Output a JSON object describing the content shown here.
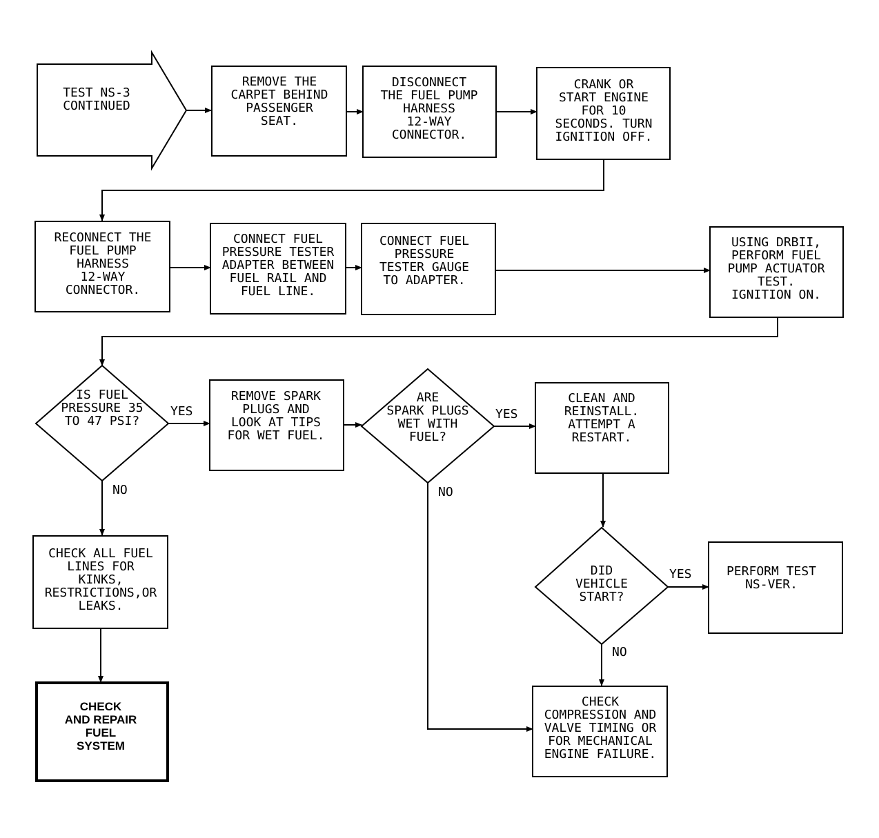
{
  "nodes": {
    "start": {
      "lines": [
        "TEST NS-3",
        "CONTINUED"
      ]
    },
    "n1": {
      "lines": [
        "REMOVE THE",
        "CARPET BEHIND",
        "PASSENGER",
        "SEAT."
      ]
    },
    "n2": {
      "lines": [
        "DISCONNECT",
        "THE FUEL PUMP",
        "HARNESS",
        "12-WAY",
        "CONNECTOR."
      ]
    },
    "n3": {
      "lines": [
        "CRANK OR",
        "START ENGINE",
        "FOR 10",
        "SECONDS. TURN",
        "IGNITION OFF."
      ]
    },
    "n4": {
      "lines": [
        "RECONNECT THE",
        "FUEL PUMP",
        "HARNESS",
        "12-WAY",
        "CONNECTOR."
      ]
    },
    "n5": {
      "lines": [
        "CONNECT FUEL",
        "PRESSURE TESTER",
        "ADAPTER BETWEEN",
        "FUEL RAIL AND",
        "FUEL LINE."
      ]
    },
    "n6": {
      "lines": [
        "CONNECT FUEL",
        "PRESSURE",
        "TESTER GAUGE",
        "TO ADAPTER."
      ]
    },
    "n7": {
      "lines": [
        "USING DRBII,",
        "PERFORM FUEL",
        "PUMP ACTUATOR",
        "TEST.",
        "IGNITION ON."
      ]
    },
    "d1": {
      "lines": [
        "IS FUEL",
        "PRESSURE 35",
        "TO 47 PSI?"
      ]
    },
    "n8": {
      "lines": [
        "REMOVE SPARK",
        "PLUGS AND",
        "LOOK AT TIPS",
        "FOR WET FUEL."
      ]
    },
    "d2": {
      "lines": [
        "ARE",
        "SPARK PLUGS",
        "WET WITH",
        "FUEL?"
      ]
    },
    "n9": {
      "lines": [
        "CLEAN AND",
        "REINSTALL.",
        "ATTEMPT A",
        "RESTART."
      ]
    },
    "n10": {
      "lines": [
        "CHECK ALL FUEL",
        "LINES FOR",
        "KINKS,",
        "RESTRICTIONS,OR",
        "LEAKS."
      ]
    },
    "d3": {
      "lines": [
        "DID",
        "VEHICLE",
        "START?"
      ]
    },
    "n11": {
      "lines": [
        "PERFORM TEST",
        "NS-VER."
      ]
    },
    "n12": {
      "lines": [
        "CHECK",
        "AND REPAIR",
        "FUEL",
        "SYSTEM"
      ]
    },
    "n13": {
      "lines": [
        "CHECK",
        "COMPRESSION AND",
        "VALVE TIMING OR",
        "FOR MECHANICAL",
        "ENGINE FAILURE."
      ]
    }
  },
  "branch_labels": {
    "d1_yes": "YES",
    "d1_no": "NO",
    "d2_yes": "YES",
    "d2_no": "NO",
    "d3_yes": "YES",
    "d3_no": "NO"
  }
}
